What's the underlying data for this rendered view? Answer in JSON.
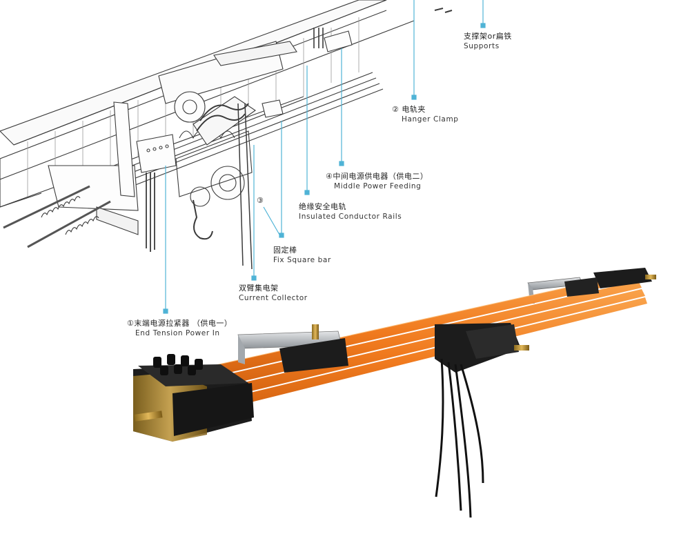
{
  "labels": {
    "supports": {
      "cn": "支撑架or扁铁",
      "en": "Supports"
    },
    "hanger_clamp": {
      "num": "②",
      "cn": "电轨夹",
      "en": "Hanger Clamp"
    },
    "middle_power_feeding": {
      "num": "④",
      "cn": "中间电源供电器（供电二）",
      "en": "Middle Power Feeding"
    },
    "insulated_conductor_rails": {
      "cn": "绝缘安全电轨",
      "en": "Insulated Conductor Rails"
    },
    "fix_square_bar": {
      "num": "③",
      "cn": "固定棒",
      "en": "Fix Square bar"
    },
    "current_collector": {
      "cn": "双臂集电架",
      "en": "Current Collector"
    },
    "end_tension_power_in": {
      "num": "①",
      "cn": "末端电源拉紧器 （供电一）",
      "en": "End Tension Power In"
    }
  },
  "colors": {
    "rail_orange": "#f07a1e",
    "leader_blue": "#4fb3d6",
    "sketch_line": "#3a3a3a",
    "clamp_black": "#1c1c1c",
    "bracket_steel": "#b8bcc0"
  }
}
